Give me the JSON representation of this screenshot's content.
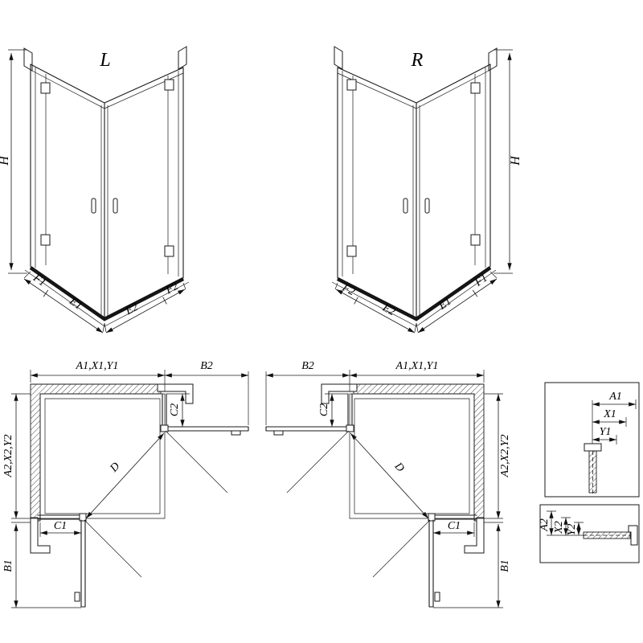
{
  "iso_left": {
    "label": "L",
    "h": "H",
    "f1": "F1",
    "e1": "E1",
    "e2": "E2",
    "f2": "F2"
  },
  "iso_right": {
    "label": "R",
    "h": "H",
    "f1": "F1",
    "e1": "E1",
    "e2": "E2",
    "f2": "F2"
  },
  "plan_left": {
    "a1": "A1,X1,Y1",
    "b2": "B2",
    "c2": "C2",
    "a2": "A2,X2,Y2",
    "b1": "B1",
    "c1": "C1",
    "d": "D"
  },
  "plan_right": {
    "a1": "A1,X1,Y1",
    "b2": "B2",
    "c2": "C2",
    "a2": "A2,X2,Y2",
    "b1": "B1",
    "c1": "C1",
    "d": "D"
  },
  "detail_vertical": {
    "a1": "A1",
    "x1": "X1",
    "y1": "Y1"
  },
  "detail_horizontal": {
    "a2": "A2",
    "x2": "X2",
    "y2": "Y2"
  }
}
